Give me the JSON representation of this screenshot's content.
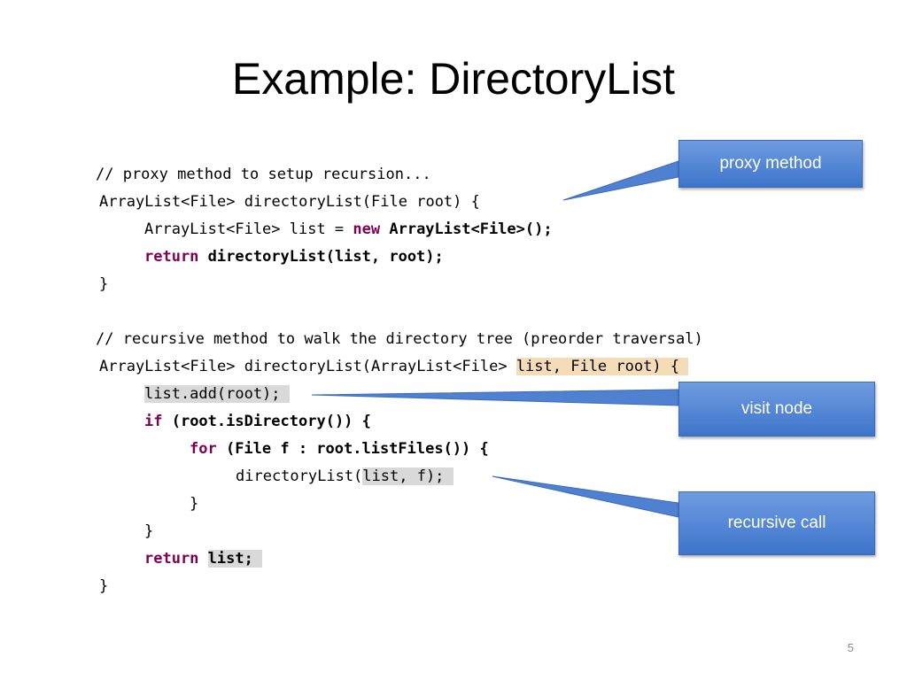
{
  "title": "Example: DirectoryList",
  "code": {
    "l1": "// proxy method to setup recursion...",
    "l2": "ArrayList<File> directoryList(File root) {",
    "l3_a": "ArrayList<File> list = ",
    "l3_kw": "new",
    "l3_b": " ArrayList<File>();",
    "l4_kw": "return",
    "l4_b": " directoryList(list, root);",
    "l5": "}",
    "l6": "// recursive method to walk the directory tree (preorder traversal)",
    "l7_a": "ArrayList<File> directoryList(ArrayList<File> ",
    "l7_hl": "list, File root) { ",
    "l8_hl": "list.add(root); ",
    "l9_kw": "if",
    "l9_b": " (root.isDirectory()) {",
    "l10_kw": "for",
    "l10_b": " (File f : root.listFiles()) {",
    "l11_a": "directoryList(",
    "l11_hl": "list, f); ",
    "l12": "}",
    "l13": "}",
    "l14_kw": "return",
    "l14_sp": " ",
    "l14_hl": "list; ",
    "l15": "}"
  },
  "callouts": {
    "proxy": "proxy method",
    "visit": "visit node",
    "recursive": "recursive call"
  },
  "colors": {
    "keyword": "#7f0055",
    "callout_fill": "#4f81d0",
    "highlight_grey": "#d9d9d9",
    "highlight_tan": "#f5dcb8"
  },
  "page_number": "5"
}
